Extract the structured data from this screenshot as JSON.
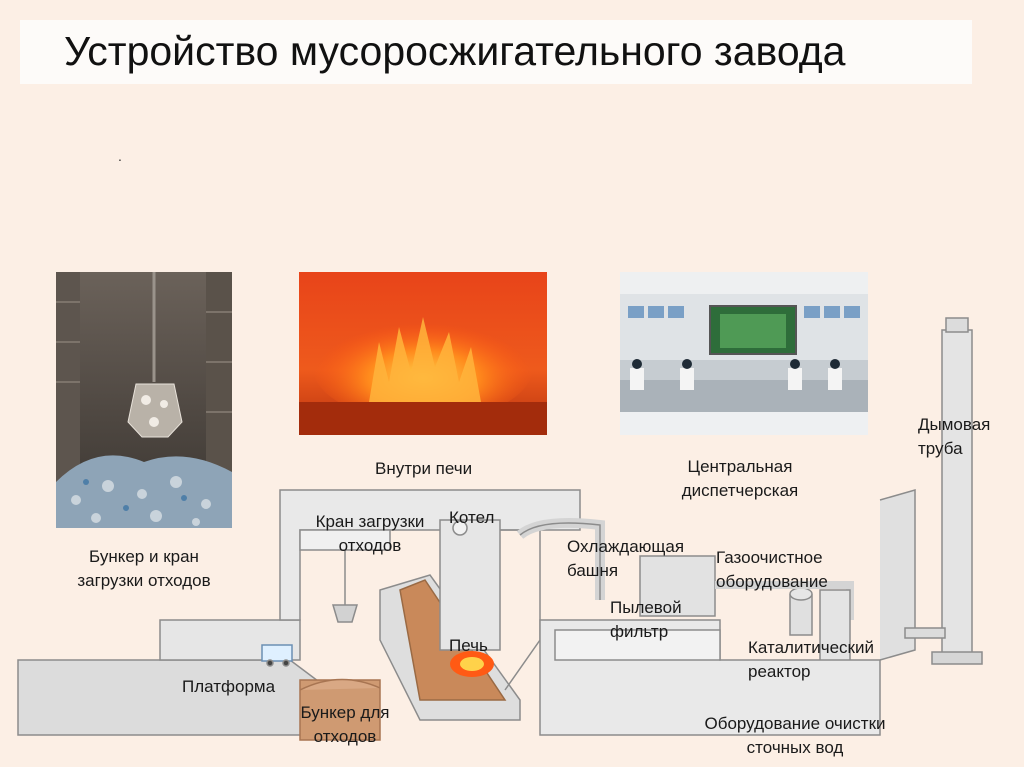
{
  "title": "Устройство мусоросжигательного завода",
  "subtitle_mark": ".",
  "photos": {
    "bunker": "bunker-crane-photo",
    "furnace": "inside-furnace-photo",
    "control": "control-room-photo"
  },
  "labels": {
    "bunker_crane": [
      "Бункер и кран",
      "загрузки отходов"
    ],
    "inside_furnace": "Внутри печи",
    "control_room": [
      "Центральная",
      "диспетчерская"
    ],
    "chimney": [
      "Дымовая",
      "труба"
    ],
    "loading_crane": [
      "Кран загрузки",
      "отходов"
    ],
    "boiler": "Котел",
    "cooling_tower": [
      "Охлаждающая",
      "башня"
    ],
    "gas_cleaning": [
      "Газоочистное",
      "оборудование"
    ],
    "dust_filter": [
      "Пылевой",
      "фильтр"
    ],
    "catalytic_reactor": [
      "Каталитический",
      "реактор"
    ],
    "furnace": "Печь",
    "platform": "Платформа",
    "waste_bunker": [
      "Бункер для",
      "отходов"
    ],
    "wastewater": [
      "Оборудование очистки",
      "сточных вод"
    ]
  },
  "colors": {
    "background": "#fcefe5",
    "plant_light": "#ececec",
    "plant_mid": "#d6d6d6",
    "plant_line": "#8c8c8c",
    "waste_pile": "#cf9a72",
    "flame": "#ff5a14"
  }
}
